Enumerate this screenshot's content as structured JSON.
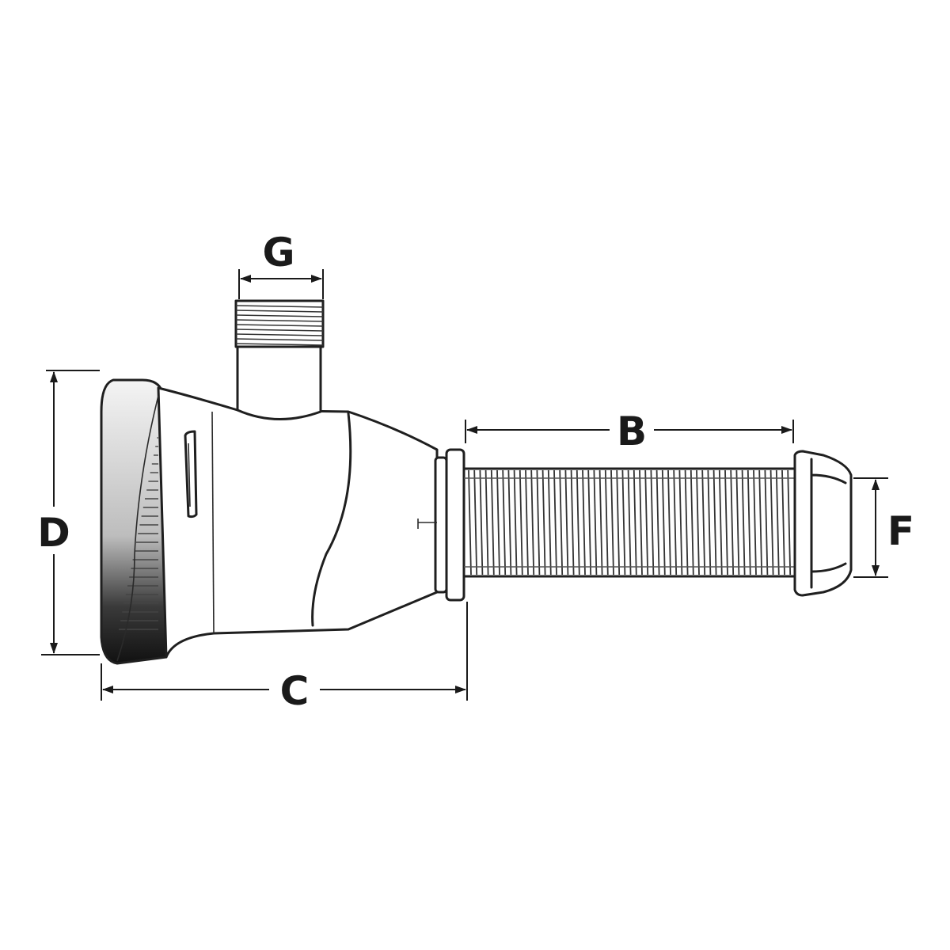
{
  "dimensions": {
    "g": "G",
    "b": "B",
    "d": "D",
    "f": "F",
    "c": "C"
  },
  "colors": {
    "ink": "#1f1f1f",
    "background": "#ffffff",
    "shade_dark": "#2b2b2b",
    "shade_mid": "#8a8a8a"
  }
}
